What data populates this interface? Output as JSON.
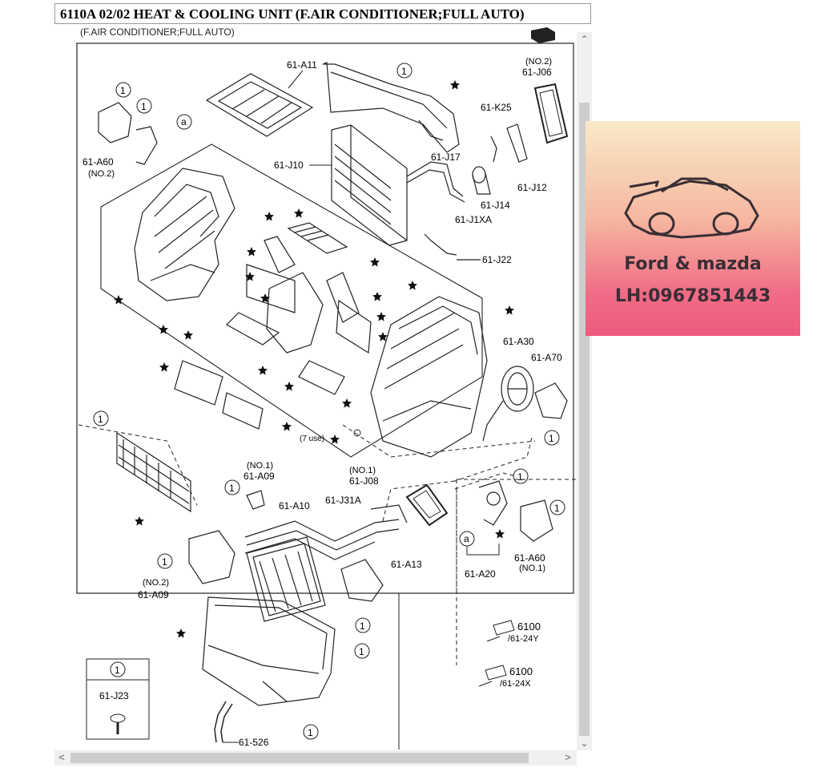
{
  "document": {
    "title": "6110A 02/02 HEAT & COOLING UNIT (F.AIR CONDITIONER;FULL AUTO)",
    "subtitle": "(F.AIR CONDITIONER;FULL AUTO)"
  },
  "labels": {
    "a11": "61-A11",
    "j06_no2": "(NO.2)",
    "j06_top": "61-J06",
    "k25": "61-K25",
    "a60_top": "61-A60",
    "a60_top_no": "(NO.2)",
    "j10": "61-J10",
    "j17": "61-J17",
    "j12": "61-J12",
    "j14": "61-J14",
    "j1xa": "61-J1XA",
    "j22": "61-J22",
    "a30": "61-A30",
    "a70": "61-A70",
    "use7": "(7 use)",
    "a09_no1": "(NO.1)",
    "a09_top": "61-A09",
    "j08_no1": "(NO.1)",
    "j08": "61-J08",
    "a10": "61-A10",
    "j31a": "61-J31A",
    "a13": "61-A13",
    "a09_no2": "(NO.2)",
    "a09_bottom": "61-A09",
    "a20": "61-A20",
    "a60_bottom": "61-A60",
    "a60_bottom_no": "(NO.1)",
    "ref1_code": "6100",
    "ref1_sub": "/61-24Y",
    "ref2_code": "6100",
    "ref2_sub": "/61-24X",
    "j23": "61-J23",
    "j526": "61-526",
    "callout_1": "1",
    "callout_a": "a"
  },
  "ad": {
    "name": "Ford & mazda",
    "phone": "LH:0967851443"
  },
  "scroll": {
    "up": "⌃",
    "down": "⌄",
    "left": "<",
    "right": ">"
  },
  "colors": {
    "line": "#1a1a1a",
    "ad_text": "#3a2e35"
  }
}
